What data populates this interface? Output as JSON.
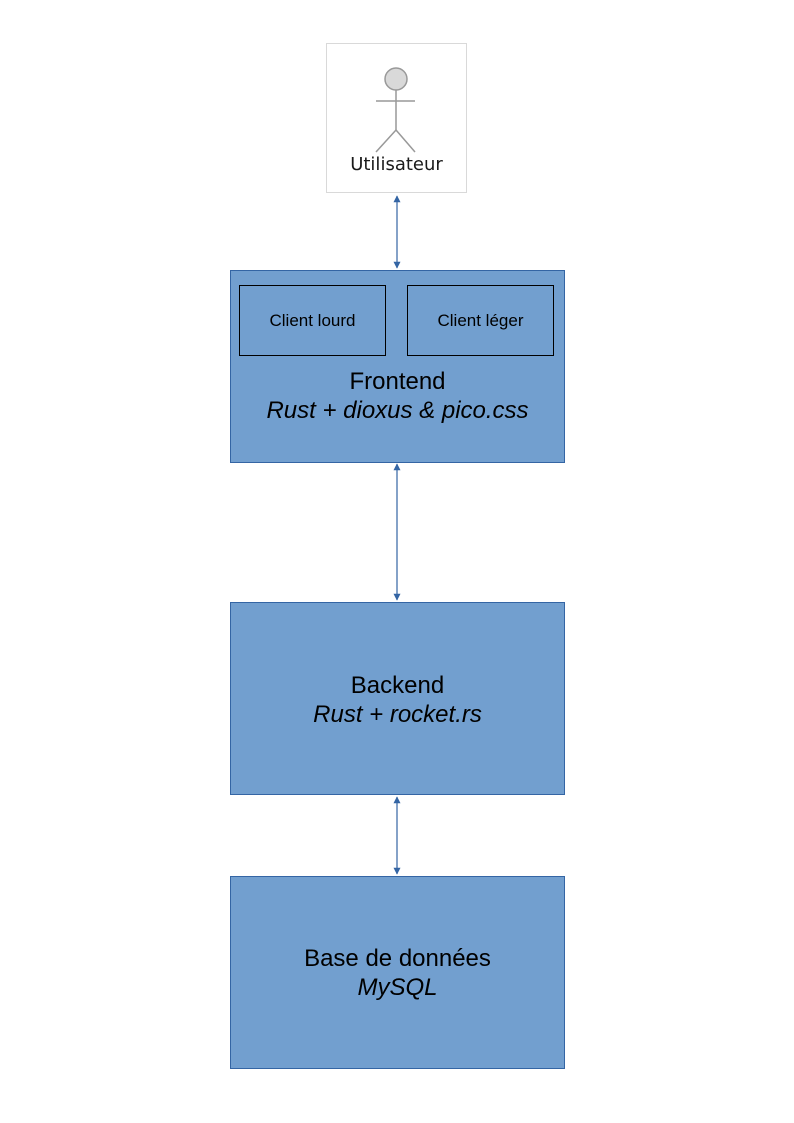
{
  "actor": {
    "label": "Utilisateur",
    "icon": "stick-figure-icon"
  },
  "frontend": {
    "title": "Frontend",
    "tech": "Rust + dioxus & pico.css",
    "sub_boxes": [
      {
        "label": "Client lourd"
      },
      {
        "label": "Client léger"
      }
    ]
  },
  "backend": {
    "title": "Backend",
    "tech": "Rust + rocket.rs"
  },
  "database": {
    "title": "Base de données",
    "tech": "MySQL"
  },
  "colors": {
    "block_fill": "#729fcf",
    "block_border": "#3465a4",
    "connector": "#3465a4",
    "actor_fill": "#d9d9d9",
    "actor_stroke": "#999999"
  },
  "connections": [
    {
      "from": "actor",
      "to": "frontend",
      "bidirectional": true
    },
    {
      "from": "frontend",
      "to": "backend",
      "bidirectional": true
    },
    {
      "from": "backend",
      "to": "database",
      "bidirectional": true
    }
  ]
}
